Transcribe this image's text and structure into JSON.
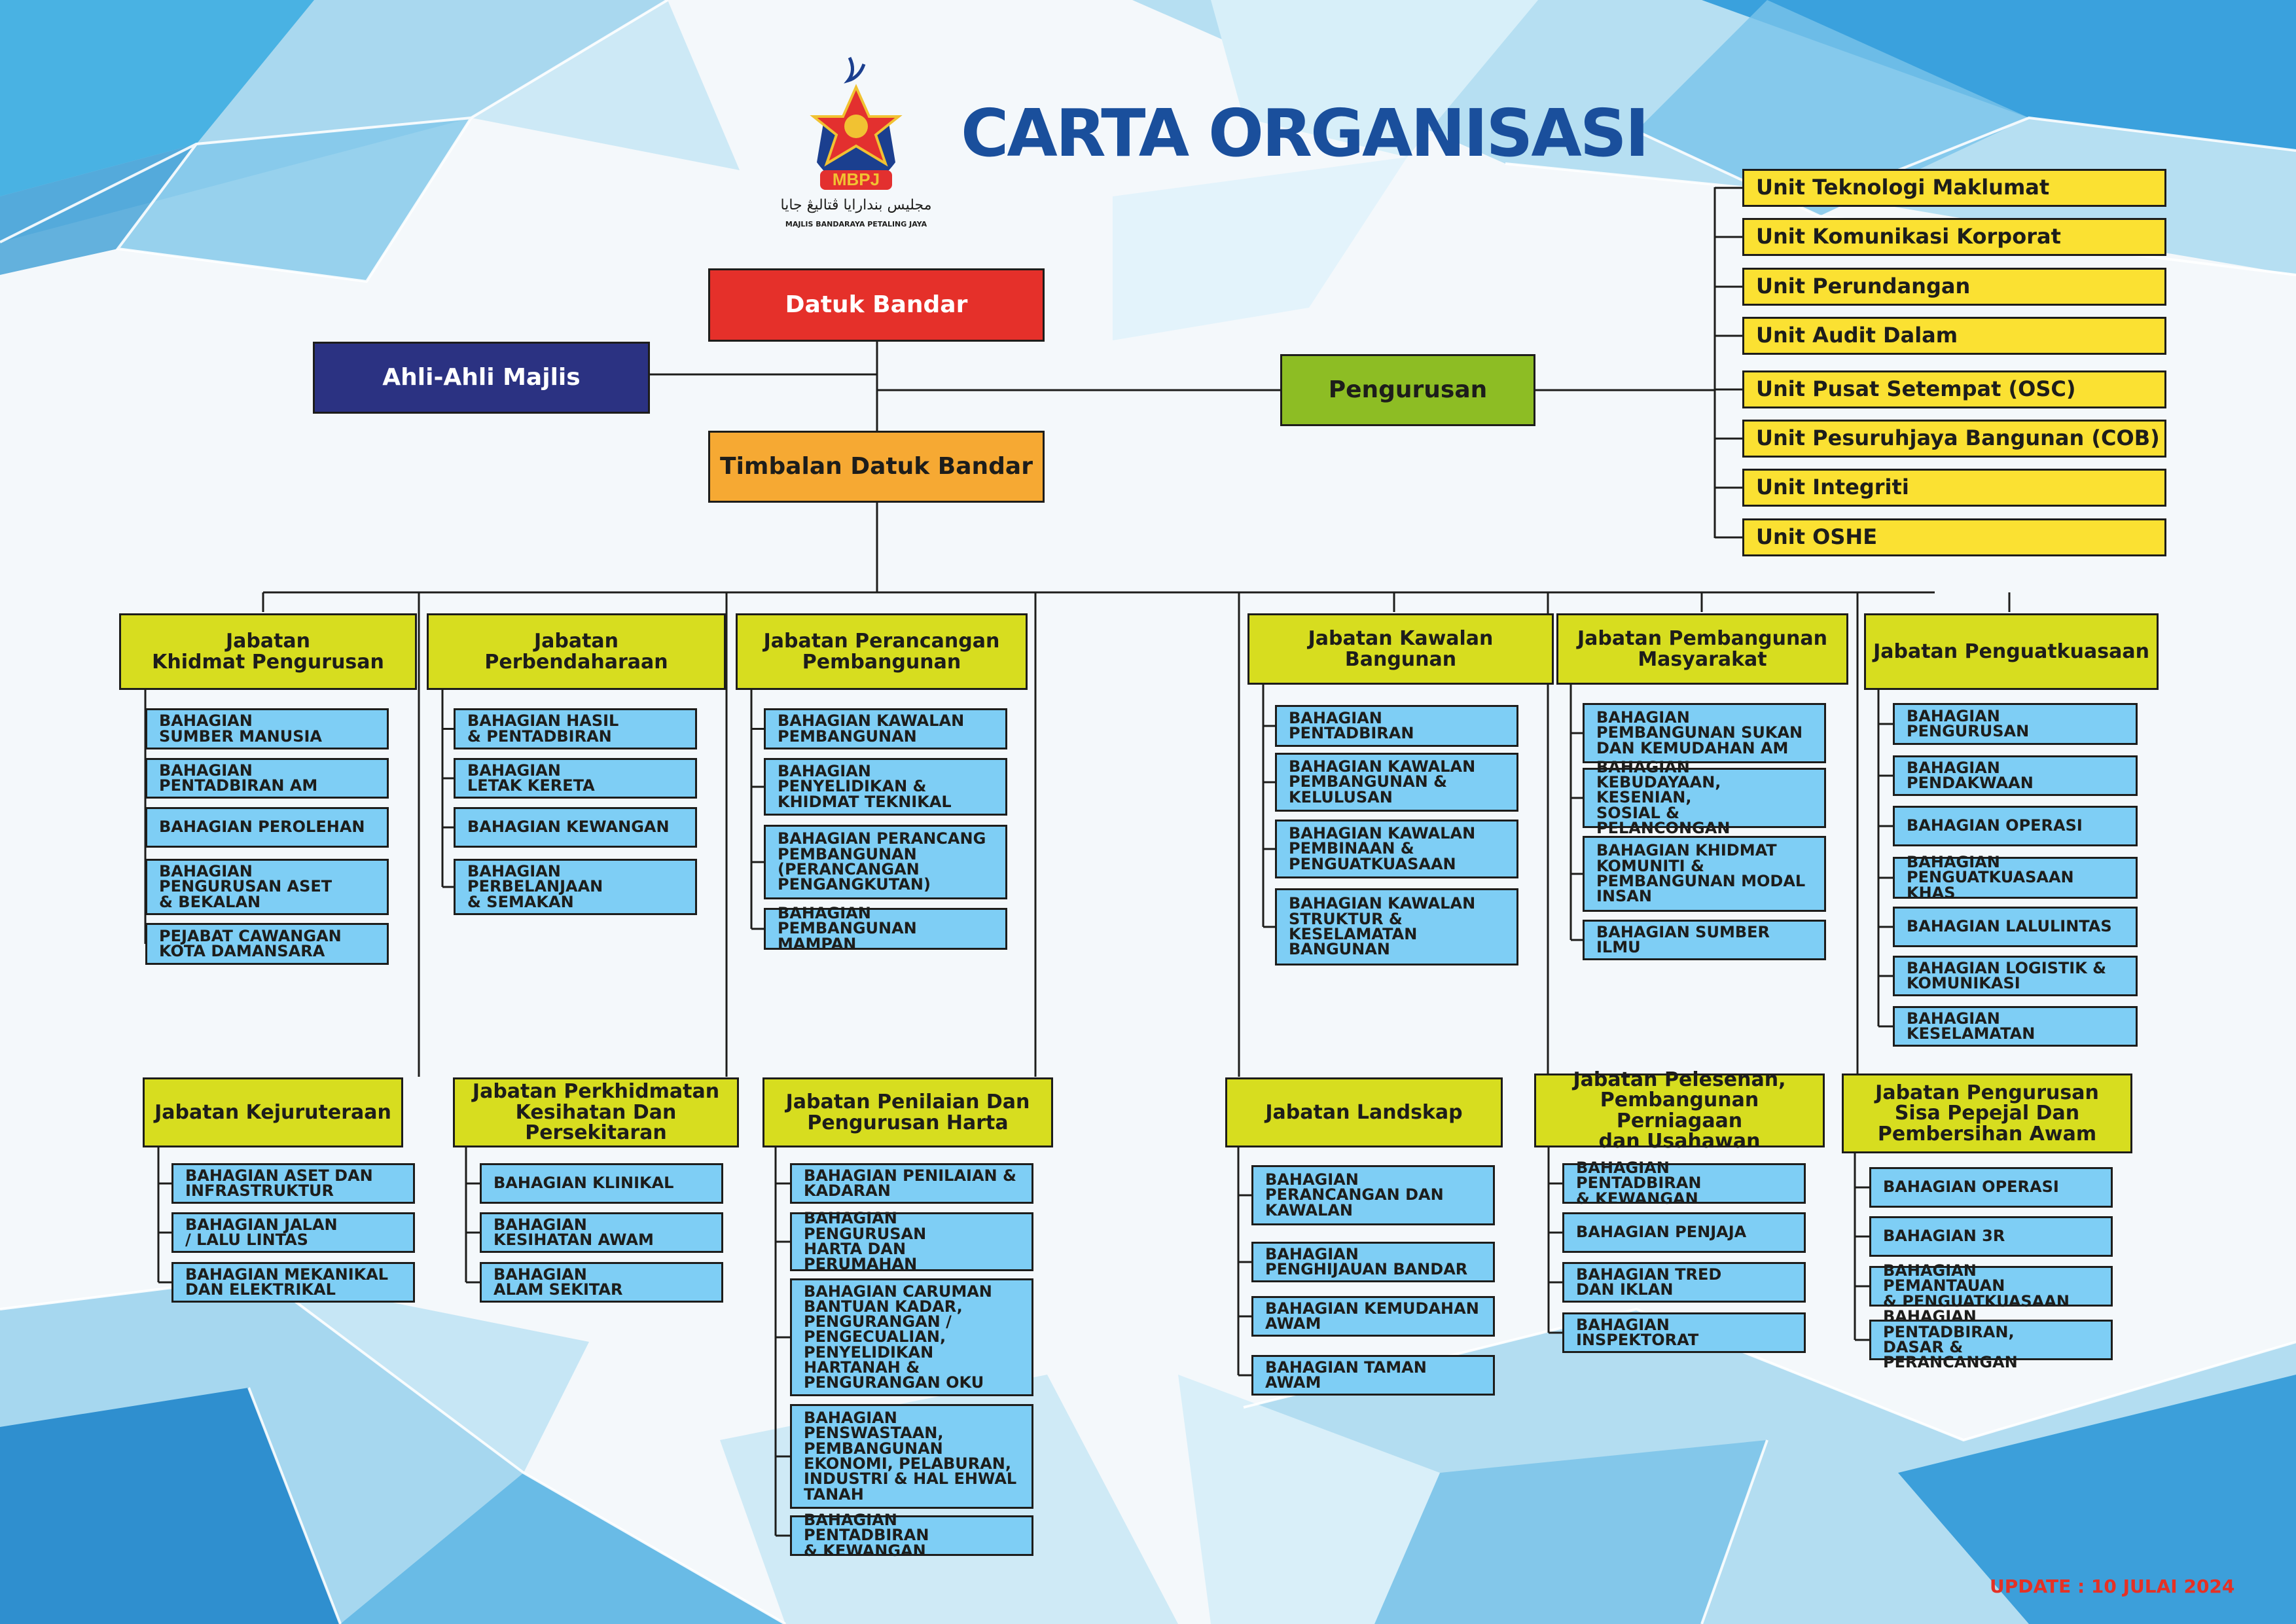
{
  "header": {
    "title": "CARTA ORGANISASI",
    "logo_text": "MBPJ",
    "logo_caption": "MAJLIS BANDARAYA PETALING JAYA",
    "logo_arabic": "مجليس بندارايا ڤتاليڠ جايا"
  },
  "top": {
    "datuk_bandar": "Datuk Bandar",
    "ahli_majlis": "Ahli-Ahli Majlis",
    "pengurusan": "Pengurusan",
    "timbalan": "Timbalan Datuk Bandar"
  },
  "units": [
    "Unit Teknologi Maklumat",
    "Unit Komunikasi Korporat",
    "Unit Perundangan",
    "Unit Audit Dalam",
    "Unit Pusat Setempat (OSC)",
    "Unit Pesuruhjaya Bangunan (COB)",
    "Unit Integriti",
    "Unit OSHE"
  ],
  "jabatan": [
    {
      "name": "Jabatan\nKhidmat Pengurusan",
      "bahagian": [
        "BAHAGIAN\nSUMBER MANUSIA",
        "BAHAGIAN\nPENTADBIRAN AM",
        "BAHAGIAN PEROLEHAN",
        "BAHAGIAN\nPENGURUSAN ASET\n& BEKALAN",
        "PEJABAT CAWANGAN\nKOTA DAMANSARA"
      ]
    },
    {
      "name": "Jabatan\nPerbendaharaan",
      "bahagian": [
        "BAHAGIAN HASIL\n& PENTADBIRAN",
        "BAHAGIAN\nLETAK KERETA",
        "BAHAGIAN KEWANGAN",
        "BAHAGIAN\nPERBELANJAAN\n& SEMAKAN"
      ]
    },
    {
      "name": "Jabatan Perancangan\nPembangunan",
      "bahagian": [
        "BAHAGIAN KAWALAN\nPEMBANGUNAN",
        "BAHAGIAN\nPENYELIDIKAN &\nKHIDMAT TEKNIKAL",
        "BAHAGIAN PERANCANG\nPEMBANGUNAN\n(PERANCANGAN\nPENGANGKUTAN)",
        "BAHAGIAN\nPEMBANGUNAN MAMPAN"
      ]
    },
    {
      "name": "Jabatan Kawalan\nBangunan",
      "bahagian": [
        "BAHAGIAN PENTADBIRAN",
        "BAHAGIAN KAWALAN\nPEMBANGUNAN &\nKELULUSAN",
        "BAHAGIAN KAWALAN\nPEMBINAAN &\nPENGUATKUASAAN",
        "BAHAGIAN KAWALAN\nSTRUKTUR &\nKESELAMATAN\nBANGUNAN"
      ]
    },
    {
      "name": "Jabatan Pembangunan\nMasyarakat",
      "bahagian": [
        "BAHAGIAN\nPEMBANGUNAN SUKAN\nDAN KEMUDAHAN AM",
        "BAHAGIAN\nKEBUDAYAAN, KESENIAN,\nSOSIAL & PELANCONGAN",
        "BAHAGIAN KHIDMAT\nKOMUNITI &\nPEMBANGUNAN MODAL\nINSAN",
        "BAHAGIAN SUMBER ILMU"
      ]
    },
    {
      "name": "Jabatan Penguatkuasaan",
      "bahagian": [
        "BAHAGIAN PENGURUSAN",
        "BAHAGIAN PENDAKWAAN",
        "BAHAGIAN OPERASI",
        "BAHAGIAN\nPENGUATKUASAAN KHAS",
        "BAHAGIAN LALULINTAS",
        "BAHAGIAN LOGISTIK &\nKOMUNIKASI",
        "BAHAGIAN KESELAMATAN"
      ]
    },
    {
      "name": "Jabatan Kejuruteraan",
      "bahagian": [
        "BAHAGIAN ASET DAN\nINFRASTRUKTUR",
        "BAHAGIAN JALAN\n/ LALU LINTAS",
        "BAHAGIAN MEKANIKAL\nDAN ELEKTRIKAL"
      ]
    },
    {
      "name": "Jabatan Perkhidmatan\nKesihatan Dan Persekitaran",
      "bahagian": [
        "BAHAGIAN KLINIKAL",
        "BAHAGIAN\nKESIHATAN AWAM",
        "BAHAGIAN\nALAM SEKITAR"
      ]
    },
    {
      "name": "Jabatan Penilaian Dan\nPengurusan Harta",
      "bahagian": [
        "BAHAGIAN PENILAIAN &\nKADARAN",
        "BAHAGIAN PENGURUSAN\nHARTA DAN\nPERUMAHAN",
        "BAHAGIAN CARUMAN\nBANTUAN KADAR,\nPENGURANGAN /\nPENGECUALIAN,\nPENYELIDIKAN\nHARTANAH &\nPENGURANGAN OKU",
        "BAHAGIAN\nPENSWASTAAN,\nPEMBANGUNAN\nEKONOMI, PELABURAN,\nINDUSTRI & HAL EHWAL\nTANAH",
        "BAHAGIAN PENTADBIRAN\n& KEWANGAN"
      ]
    },
    {
      "name": "Jabatan Landskap",
      "bahagian": [
        "BAHAGIAN\nPERANCANGAN DAN\nKAWALAN",
        "BAHAGIAN\nPENGHIJAUAN BANDAR",
        "BAHAGIAN KEMUDAHAN\nAWAM",
        "BAHAGIAN TAMAN\nAWAM"
      ]
    },
    {
      "name": "Jabatan Pelesenan,\nPembangunan Perniagaan\ndan Usahawan",
      "bahagian": [
        "BAHAGIAN PENTADBIRAN\n& KEWANGAN",
        "BAHAGIAN PENJAJA",
        "BAHAGIAN TRED\nDAN IKLAN",
        "BAHAGIAN INSPEKTORAT"
      ]
    },
    {
      "name": "Jabatan Pengurusan\nSisa Pepejal Dan\nPembersihan Awam",
      "bahagian": [
        "BAHAGIAN OPERASI",
        "BAHAGIAN 3R",
        "BAHAGIAN  PEMANTAUAN\n& PENGUATKUASAAN",
        "BAHAGIAN PENTADBIRAN,\nDASAR & PERANCANGAN"
      ]
    }
  ],
  "footer": {
    "update": "UPDATE : 10 JULAI 2024"
  },
  "colors": {
    "title": "#1a4f9c",
    "datuk_bandar": "#e5302a",
    "ahli_majlis": "#2b3282",
    "pengurusan": "#8dbd24",
    "timbalan": "#f6a933",
    "jabatan": "#d7dd1f",
    "bahagian": "#7ecef5",
    "unit": "#fbe132",
    "update": "#e53125"
  }
}
